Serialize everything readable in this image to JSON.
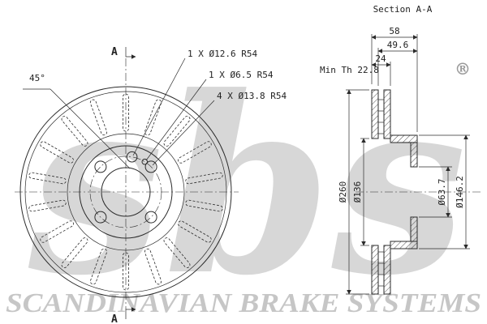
{
  "watermark": {
    "logo": "sbs",
    "registered": "®",
    "banner": "SCANDINAVIAN BRAKE SYSTEMS"
  },
  "front_view": {
    "labels": {
      "hole_12_6": "1 X Ø12.6  R54",
      "hole_6_5": "1 X Ø6.5  R54",
      "hole_13_8": "4 X Ø13.8  R54",
      "angle": "45°"
    },
    "section_marker": "A"
  },
  "section_view": {
    "title": "Section A-A",
    "dims": {
      "total_width": "58",
      "hat_depth": "49.6",
      "thickness": "24",
      "min_thickness": "Min Th 22.8",
      "outer_dia": "Ø260",
      "friction_inner_dia": "Ø136",
      "bore_dia": "Ø63.7",
      "hat_dia": "Ø146.2"
    }
  },
  "colors": {
    "line": "#2b2b2b",
    "watermark": "#c9c9c9"
  }
}
